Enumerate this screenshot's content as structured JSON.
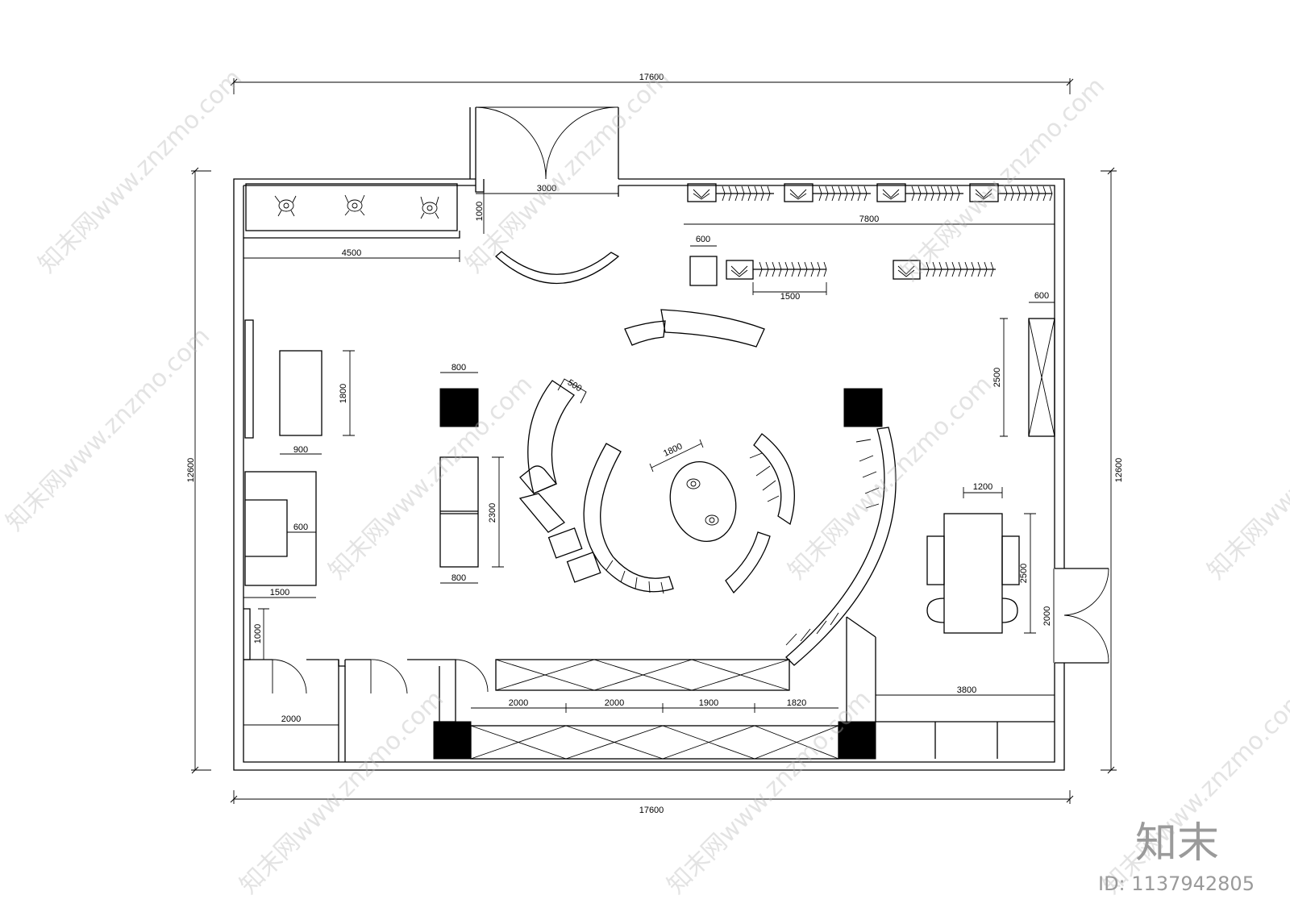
{
  "dimensions": {
    "overall_width_top": "17600",
    "overall_width_bottom": "17600",
    "overall_depth_left": "12600",
    "overall_depth_right": "12600",
    "entrance_width": "3000",
    "entrance_depth": "1000",
    "window_display_length": "4500",
    "wall_rack_run": "7800",
    "small_cabinet": "600",
    "hanging_rack": "1500",
    "right_cabinet_width": "600",
    "right_cabinet_height": "2500",
    "column_size": "800",
    "curved_counter_depth": "500",
    "island_display": "1800",
    "left_table_length": "1800",
    "left_table_width": "900",
    "double_cabinet_length": "2300",
    "double_cabinet_width": "800",
    "sofa_seat": "600",
    "sofa_length": "1500",
    "fitting_door": "1000",
    "fitting_room": "2000",
    "meeting_table_width": "1200",
    "meeting_table_length": "2500",
    "side_door": "2000",
    "back_counter": "3800",
    "bottom_run_1": "2000",
    "bottom_run_2": "2000",
    "bottom_run_3": "1900",
    "bottom_run_4": "1820"
  },
  "watermark": {
    "text": "知末网www.znzmo.com",
    "logo": "知末",
    "id_label": "ID: 1137942805"
  }
}
